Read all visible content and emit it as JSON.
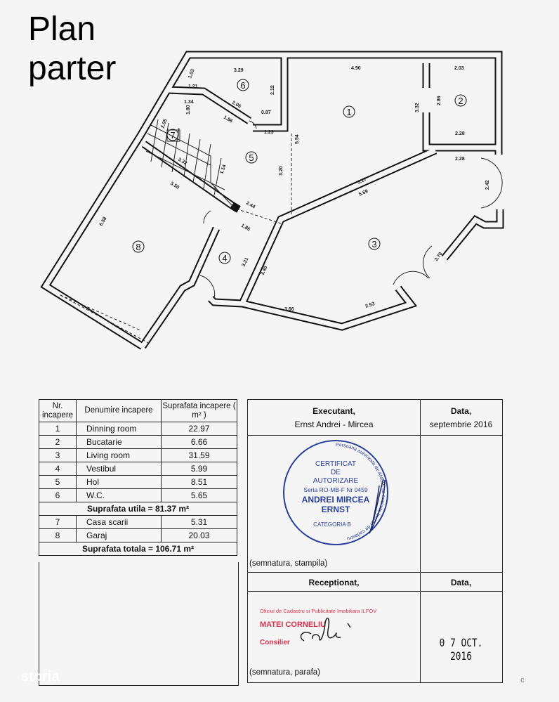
{
  "title": {
    "line1": "Plan",
    "line2": "parter"
  },
  "plan": {
    "rooms": [
      "1",
      "2",
      "3",
      "4",
      "5",
      "6",
      "7",
      "8"
    ],
    "dims": [
      "3.29",
      "1.03",
      "1.21",
      "2.12",
      "2.06",
      "0.87",
      "1.34",
      "1.86",
      "1.23",
      "2.05",
      "1.80",
      "3.32",
      "1.14",
      "3.20",
      "5.54",
      "4.90",
      "2.03",
      "3.32",
      "2.86",
      "2.28",
      "2.28",
      "5.17",
      "5.69",
      "2.42",
      "3.70",
      "3.50",
      "6.58",
      "2.44",
      "1.86",
      "3.31",
      "3.40",
      "3.66",
      "2.53"
    ]
  },
  "rooms_table": {
    "headers": [
      "Nr. incapere",
      "Denumire incapere",
      "Suprafata incapere ( m² )"
    ],
    "rows": [
      {
        "nr": "1",
        "name": "Dinning room",
        "area": "22.97"
      },
      {
        "nr": "2",
        "name": "Bucatarie",
        "area": "6.66"
      },
      {
        "nr": "3",
        "name": "Living room",
        "area": "31.59"
      },
      {
        "nr": "4",
        "name": "Vestibul",
        "area": "5.99"
      },
      {
        "nr": "5",
        "name": "Hol",
        "area": "8.51"
      },
      {
        "nr": "6",
        "name": "W.C.",
        "area": "5.65"
      }
    ],
    "useful_total": "Suprafata utila = 81.37 m²",
    "rows2": [
      {
        "nr": "7",
        "name": "Casa scarii",
        "area": "5.31"
      },
      {
        "nr": "8",
        "name": "Garaj",
        "area": "20.03"
      }
    ],
    "grand_total": "Suprafata totala = 106.71 m²"
  },
  "approval": {
    "executant_label": "Executant,",
    "executant_name": "Ernst Andrei - Mircea",
    "date_label": "Data,",
    "date_value": "septembrie 2016",
    "stamp": {
      "ring_text": "Persoana autorizata de ANCPI sa execute lucrari de cadastru",
      "lines": [
        "CERTIFICAT",
        "DE",
        "AUTORIZARE",
        "Seria RO-MB-F Nr 0459",
        "ANDREI MIRCEA",
        "ERNST",
        "CATEGORIA B"
      ]
    },
    "sign_stamp_caption": "(semnatura, stampila)",
    "received_label": "Receptionat,",
    "received_date_label": "Data,",
    "office_line": "Oficiul de Cadastru si Publicitate Imobiliara ILFOV",
    "receiver_name": "MATEI CORNELIU",
    "receiver_role": "Consilier",
    "received_date": "0 7 OCT. 2016",
    "sign_parafa_caption": "(semnatura, parafa)"
  },
  "watermark": "storia",
  "corner_mark": "c",
  "colors": {
    "stamp": "#2a3f9a",
    "office_stamp": "#d6304a",
    "lines": "#222222"
  }
}
